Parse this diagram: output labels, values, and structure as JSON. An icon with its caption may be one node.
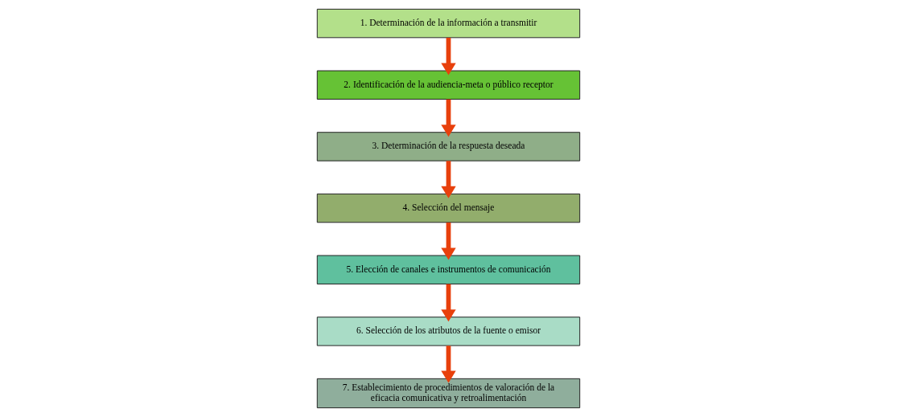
{
  "diagram": {
    "nodes": [
      {
        "text": [
          "1. Determinación de la información a transmitir"
        ]
      },
      {
        "text": [
          "2. Identificación de la audiencia-meta o público receptor"
        ]
      },
      {
        "text": [
          "3. Determinación de la respuesta deseada"
        ]
      },
      {
        "text": [
          "4. Selección del mensaje"
        ]
      },
      {
        "text": [
          "5. Elección de canales e instrumentos de comunicación"
        ]
      },
      {
        "text": [
          "6. Selección de los atributos de la fuente o emisor"
        ]
      },
      {
        "text": [
          "7. Establecimiento de procedimientos de valoración de la eficacia comunicativa y retroalimentación"
        ]
      }
    ],
    "edges": [
      {
        "from": 0,
        "to": 1,
        "arrow": "to"
      },
      {
        "from": 1,
        "to": 2,
        "arrow": "to"
      },
      {
        "from": 2,
        "to": 3,
        "arrow": "to"
      },
      {
        "from": 3,
        "to": 4,
        "arrow": "to"
      },
      {
        "from": 4,
        "to": 5,
        "arrow": "to"
      },
      {
        "from": 5,
        "to": 6,
        "arrow": "to"
      }
    ]
  }
}
